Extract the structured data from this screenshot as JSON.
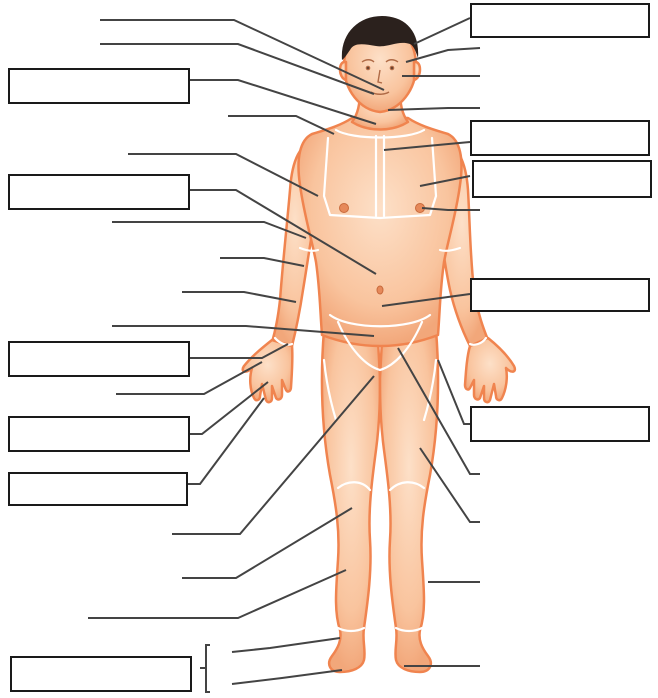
{
  "diagram": {
    "title": "",
    "label_boxes": [
      {
        "id": "box-head-right",
        "text": ""
      },
      {
        "id": "box-neck-left",
        "text": ""
      },
      {
        "id": "box-sternal-right",
        "text": ""
      },
      {
        "id": "box-pectoral-right",
        "text": ""
      },
      {
        "id": "box-thorax-left",
        "text": ""
      },
      {
        "id": "box-umbilical-right",
        "text": ""
      },
      {
        "id": "box-carpal-left",
        "text": ""
      },
      {
        "id": "box-femoral-right",
        "text": ""
      },
      {
        "id": "box-palmar-left",
        "text": ""
      },
      {
        "id": "box-digital-left",
        "text": ""
      },
      {
        "id": "box-foot-left",
        "text": ""
      }
    ],
    "colors": {
      "skin": "#f9c49e",
      "skin_outline": "#f0844f",
      "hair": "#2b211d",
      "region_lines": "#ffffff",
      "leader_lines": "#444444",
      "box_border": "#1a1a1a"
    }
  }
}
